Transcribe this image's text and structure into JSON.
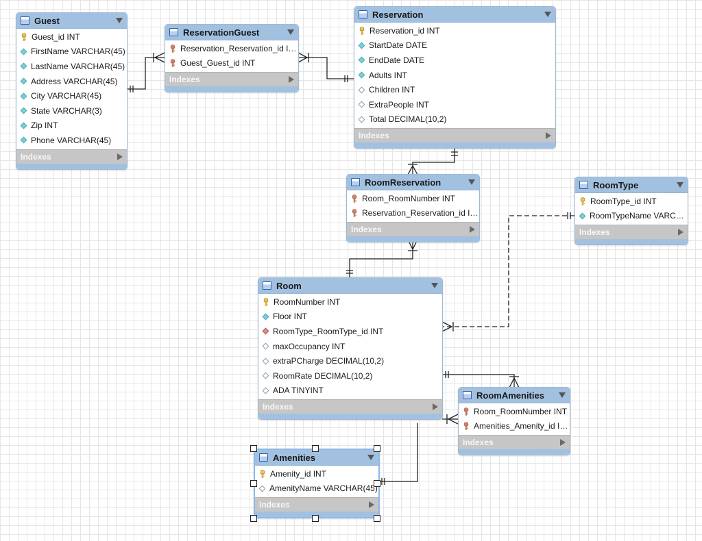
{
  "tables": {
    "guest": {
      "title": "Guest",
      "columns": [
        {
          "text": "Guest_id INT",
          "icon": "primary-key-icon"
        },
        {
          "text": "FirstName VARCHAR(45)",
          "icon": "filled-diamond-icon"
        },
        {
          "text": "LastName VARCHAR(45)",
          "icon": "filled-diamond-icon"
        },
        {
          "text": "Address VARCHAR(45)",
          "icon": "filled-diamond-icon"
        },
        {
          "text": "City VARCHAR(45)",
          "icon": "filled-diamond-icon"
        },
        {
          "text": "State VARCHAR(3)",
          "icon": "filled-diamond-icon"
        },
        {
          "text": "Zip INT",
          "icon": "filled-diamond-icon"
        },
        {
          "text": "Phone VARCHAR(45)",
          "icon": "filled-diamond-icon"
        }
      ],
      "indexes_label": "Indexes"
    },
    "reservation_guest": {
      "title": "ReservationGuest",
      "columns": [
        {
          "text": "Reservation_Reservation_id INT",
          "icon": "foreign-key-icon"
        },
        {
          "text": "Guest_Guest_id INT",
          "icon": "foreign-key-icon"
        }
      ],
      "indexes_label": "Indexes"
    },
    "reservation": {
      "title": "Reservation",
      "columns": [
        {
          "text": "Reservation_id INT",
          "icon": "primary-key-icon"
        },
        {
          "text": "StartDate DATE",
          "icon": "filled-diamond-icon"
        },
        {
          "text": "EndDate DATE",
          "icon": "filled-diamond-icon"
        },
        {
          "text": "Adults INT",
          "icon": "filled-diamond-icon"
        },
        {
          "text": "Children INT",
          "icon": "open-diamond-icon"
        },
        {
          "text": "ExtraPeople INT",
          "icon": "open-diamond-icon"
        },
        {
          "text": "Total DECIMAL(10,2)",
          "icon": "open-diamond-icon"
        }
      ],
      "indexes_label": "Indexes"
    },
    "room_reservation": {
      "title": "RoomReservation",
      "columns": [
        {
          "text": "Room_RoomNumber INT",
          "icon": "foreign-key-icon"
        },
        {
          "text": "Reservation_Reservation_id INT",
          "icon": "foreign-key-icon"
        }
      ],
      "indexes_label": "Indexes"
    },
    "room_type": {
      "title": "RoomType",
      "columns": [
        {
          "text": "RoomType_id INT",
          "icon": "primary-key-icon"
        },
        {
          "text": "RoomTypeName VARC…",
          "icon": "filled-diamond-icon"
        }
      ],
      "indexes_label": "Indexes"
    },
    "room": {
      "title": "Room",
      "columns": [
        {
          "text": "RoomNumber INT",
          "icon": "primary-key-icon"
        },
        {
          "text": "Floor INT",
          "icon": "filled-diamond-icon"
        },
        {
          "text": "RoomType_RoomType_id INT",
          "icon": "fk-diamond-icon"
        },
        {
          "text": "maxOccupancy INT",
          "icon": "open-diamond-icon"
        },
        {
          "text": "extraPCharge DECIMAL(10,2)",
          "icon": "open-diamond-icon"
        },
        {
          "text": "RoomRate DECIMAL(10,2)",
          "icon": "open-diamond-icon"
        },
        {
          "text": "ADA TINYINT",
          "icon": "open-diamond-icon"
        }
      ],
      "indexes_label": "Indexes"
    },
    "room_amenities": {
      "title": "RoomAmenities",
      "columns": [
        {
          "text": "Room_RoomNumber INT",
          "icon": "foreign-key-icon"
        },
        {
          "text": "Amenities_Amenity_id INT",
          "icon": "foreign-key-icon"
        }
      ],
      "indexes_label": "Indexes"
    },
    "amenities": {
      "title": "Amenities",
      "columns": [
        {
          "text": "Amenity_id INT",
          "icon": "primary-key-icon"
        },
        {
          "text": "AmenityName VARCHAR(45)",
          "icon": "open-diamond-icon"
        }
      ],
      "indexes_label": "Indexes"
    }
  },
  "colors": {
    "header": "#a2c1e0",
    "primary_key": "#f2c94c",
    "foreign_key": "#d97a7a",
    "connector": "#222222"
  }
}
